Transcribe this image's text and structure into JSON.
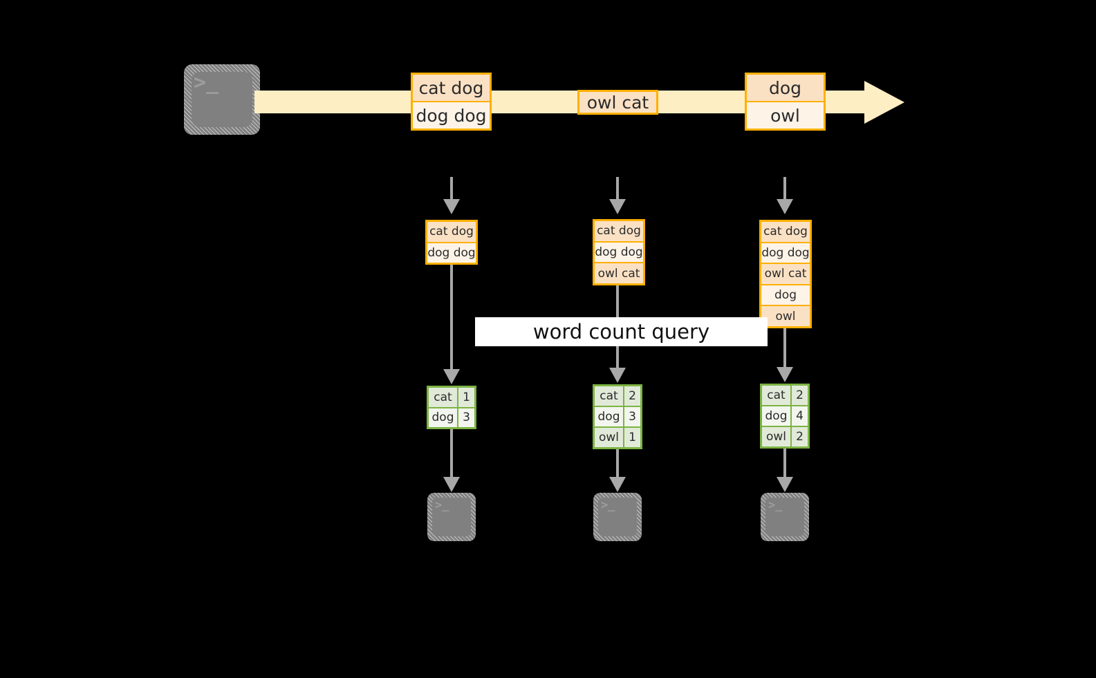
{
  "diagram": {
    "title_label": "word count query",
    "colors": {
      "background": "#000000",
      "stream_fill": "#fdeec4",
      "record_border": "#ffb000",
      "record_fill_dark": "#fbe1c4",
      "record_fill_light": "#fdf3e7",
      "result_border": "#7cb342",
      "result_fill_dark": "#e1ead9",
      "result_fill_light": "#f2f6ee",
      "arrow_gray": "#a8a8a8",
      "terminal_gray": "#808080",
      "label_band": "#ffffff"
    },
    "source": {
      "icon": "terminal-icon",
      "glyph": ">_"
    },
    "stream": {
      "groups": [
        {
          "name": "group-1",
          "rows": [
            "cat dog",
            "dog dog"
          ]
        },
        {
          "name": "group-2",
          "rows": [
            "owl cat"
          ]
        },
        {
          "name": "group-3",
          "rows": [
            "dog",
            "owl"
          ]
        }
      ]
    },
    "snapshots": [
      {
        "name": "snapshot-1",
        "input_rows": [
          "cat dog",
          "dog dog"
        ],
        "result": {
          "rows": [
            {
              "word": "cat",
              "count": "1"
            },
            {
              "word": "dog",
              "count": "3"
            }
          ]
        },
        "sink": {
          "icon": "terminal-icon",
          "glyph": ">_"
        }
      },
      {
        "name": "snapshot-2",
        "input_rows": [
          "cat dog",
          "dog dog",
          "owl cat"
        ],
        "result": {
          "rows": [
            {
              "word": "cat",
              "count": "2"
            },
            {
              "word": "dog",
              "count": "3"
            },
            {
              "word": "owl",
              "count": "1"
            }
          ]
        },
        "sink": {
          "icon": "terminal-icon",
          "glyph": ">_"
        }
      },
      {
        "name": "snapshot-3",
        "input_rows": [
          "cat dog",
          "dog dog",
          "owl cat",
          "dog",
          "owl"
        ],
        "result": {
          "rows": [
            {
              "word": "cat",
              "count": "2"
            },
            {
              "word": "dog",
              "count": "4"
            },
            {
              "word": "owl",
              "count": "2"
            }
          ]
        },
        "sink": {
          "icon": "terminal-icon",
          "glyph": ">_"
        }
      }
    ]
  }
}
